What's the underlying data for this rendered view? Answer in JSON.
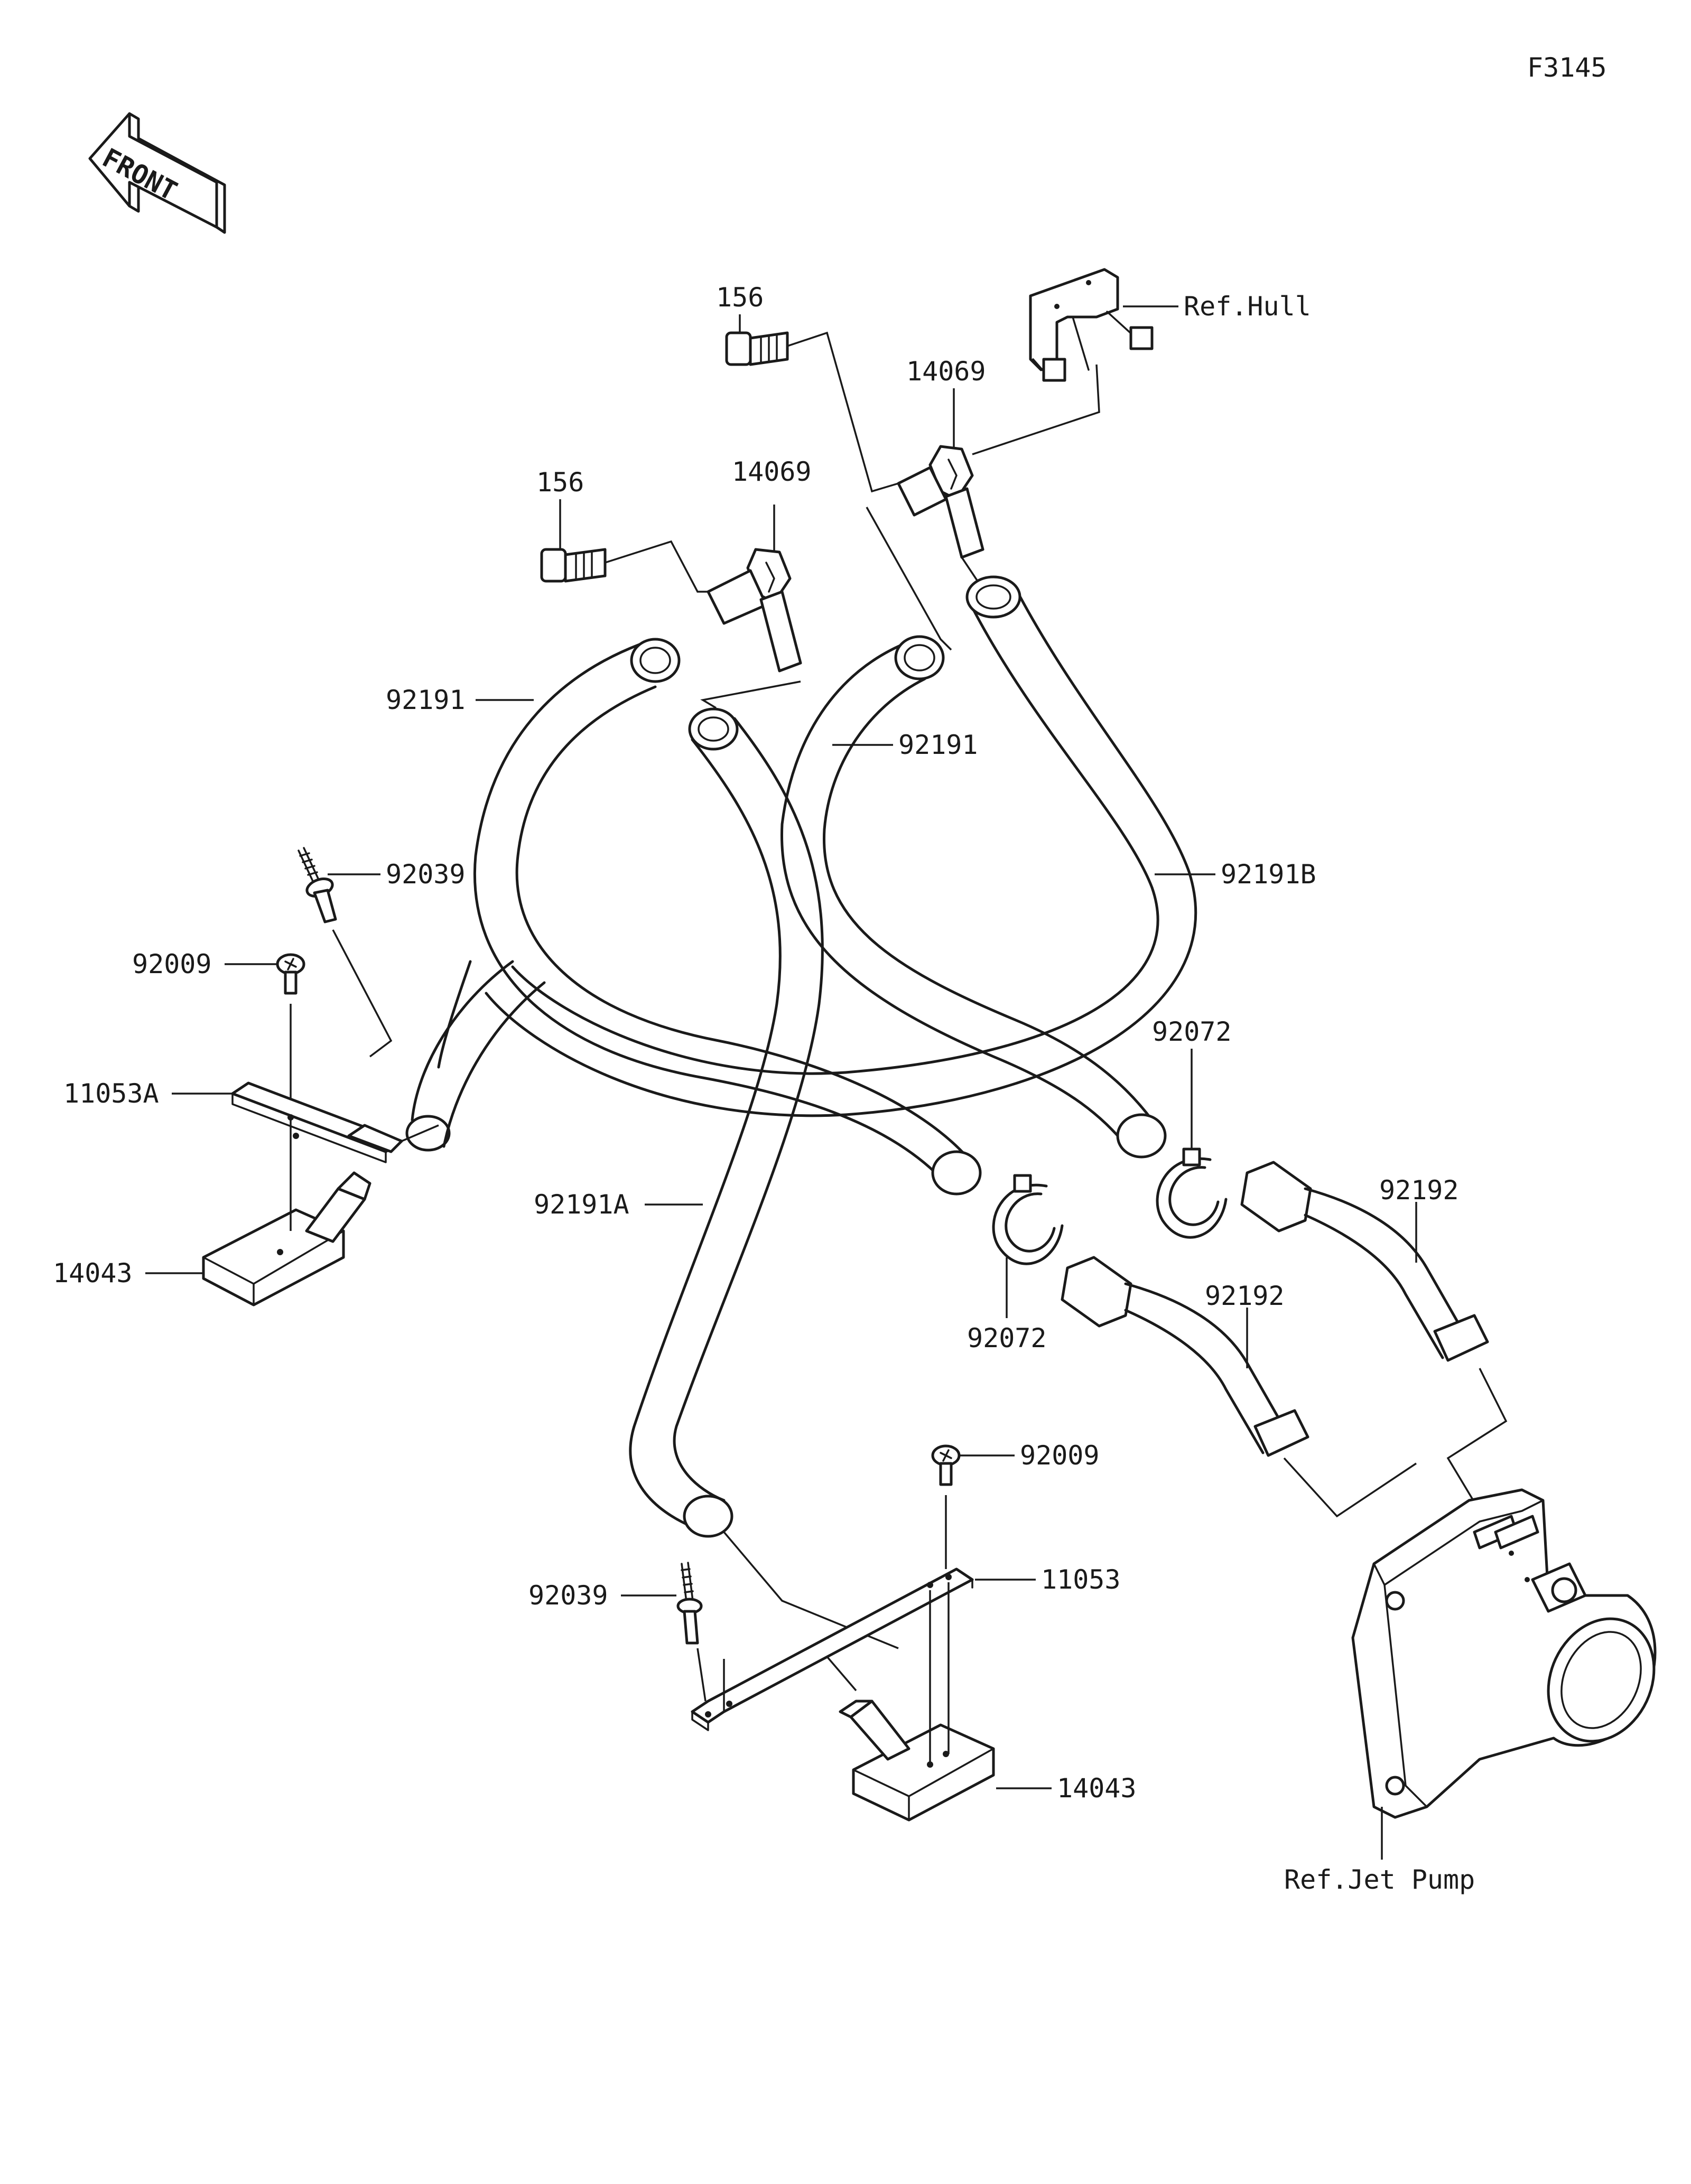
{
  "figure_code": "F3145",
  "front_label": "FRONT",
  "labels": {
    "ref_hull": "Ref.Hull",
    "ref_jet_pump": "Ref.Jet Pump",
    "bolt_upper": "156",
    "bolt_left": "156",
    "fitting_upper": "14069",
    "fitting_left": "14069",
    "hose_left": "92191",
    "hose_middle": "92191",
    "hose_b": "92191B",
    "hose_a": "92191A",
    "rivet_upper": "92039",
    "rivet_lower": "92039",
    "screw_upper": "92009",
    "screw_lower": "92009",
    "bracket_a": "11053A",
    "bracket": "11053",
    "strainer_left": "14043",
    "strainer_right": "14043",
    "clamp_right": "92072",
    "clamp_lower": "92072",
    "pipe_right": "92192",
    "pipe_middle": "92192"
  }
}
